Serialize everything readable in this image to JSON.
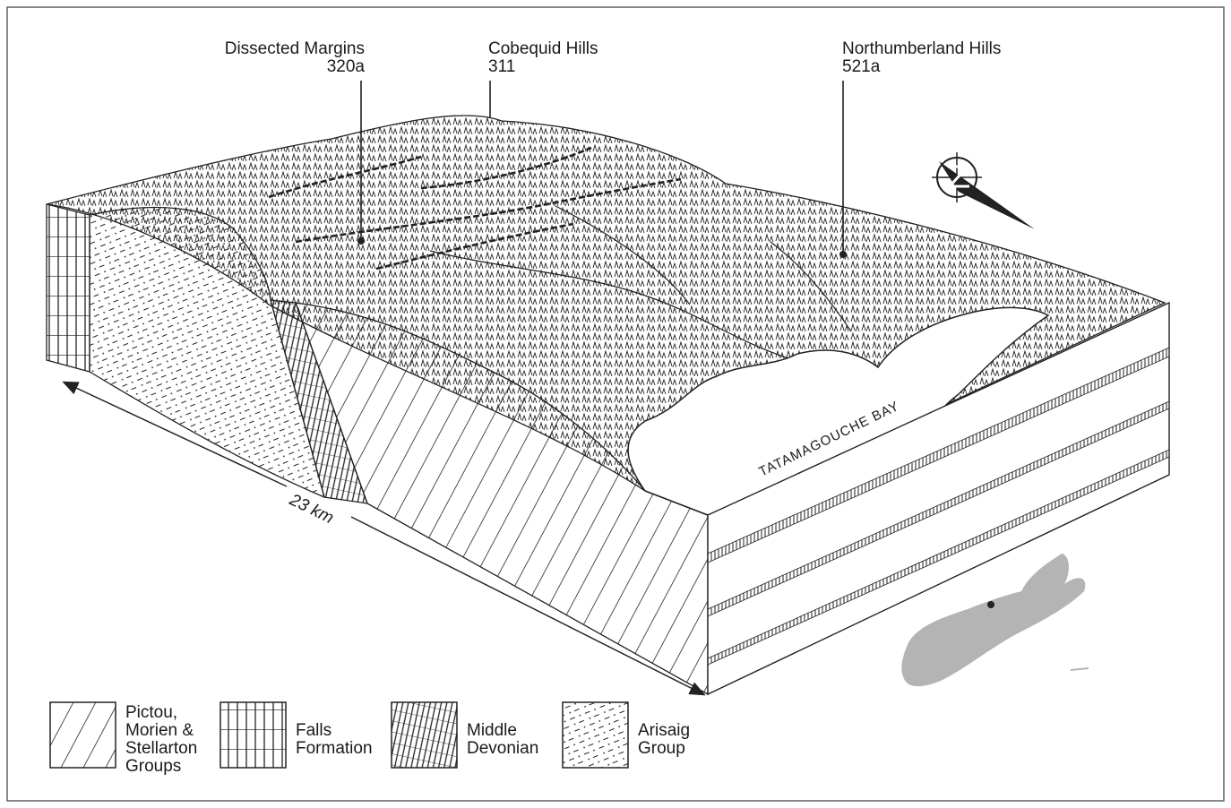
{
  "callouts": [
    {
      "name": "Dissected Margins",
      "code": "320a"
    },
    {
      "name": "Cobequid Hills",
      "code": "311"
    },
    {
      "name": "Northumberland Hills",
      "code": "521a"
    }
  ],
  "scale": {
    "label": "23 km"
  },
  "bay": {
    "label": "TATAMAGOUCHE BAY"
  },
  "legend": [
    {
      "lines": [
        "Pictou,",
        "Morien &",
        "Stellarton",
        "Groups"
      ]
    },
    {
      "lines": [
        "Falls",
        "Formation"
      ]
    },
    {
      "lines": [
        "Middle",
        "Devonian"
      ]
    },
    {
      "lines": [
        "Arisaig",
        "Group"
      ]
    }
  ],
  "icons": [
    "north-arrow-icon",
    "nova-scotia-locator-map-icon"
  ],
  "colors": {
    "ink": "#1a1a1a",
    "locator_fill": "#b4b4b4"
  }
}
